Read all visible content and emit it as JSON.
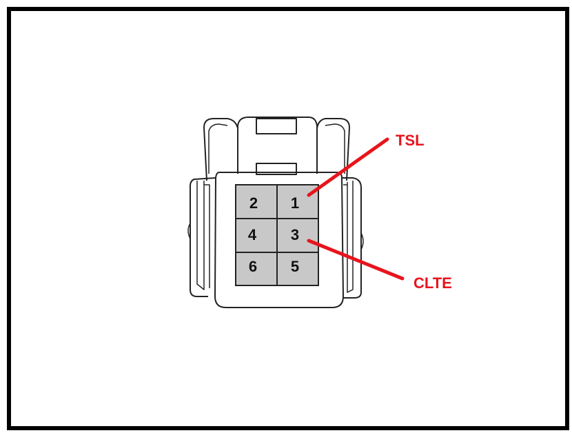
{
  "diagram": {
    "pins": [
      {
        "id": "pin-2",
        "label": "2"
      },
      {
        "id": "pin-1",
        "label": "1"
      },
      {
        "id": "pin-4",
        "label": "4"
      },
      {
        "id": "pin-3",
        "label": "3"
      },
      {
        "id": "pin-6",
        "label": "6"
      },
      {
        "id": "pin-5",
        "label": "5"
      }
    ],
    "callouts": {
      "tsl": {
        "label": "TSL",
        "pin": "1"
      },
      "clte": {
        "label": "CLTE",
        "pin": "3"
      }
    },
    "colors": {
      "frame": "#000000",
      "outline": "#222222",
      "pin_grid_fill": "#c8c8c8",
      "callout": "#e8141c"
    }
  }
}
